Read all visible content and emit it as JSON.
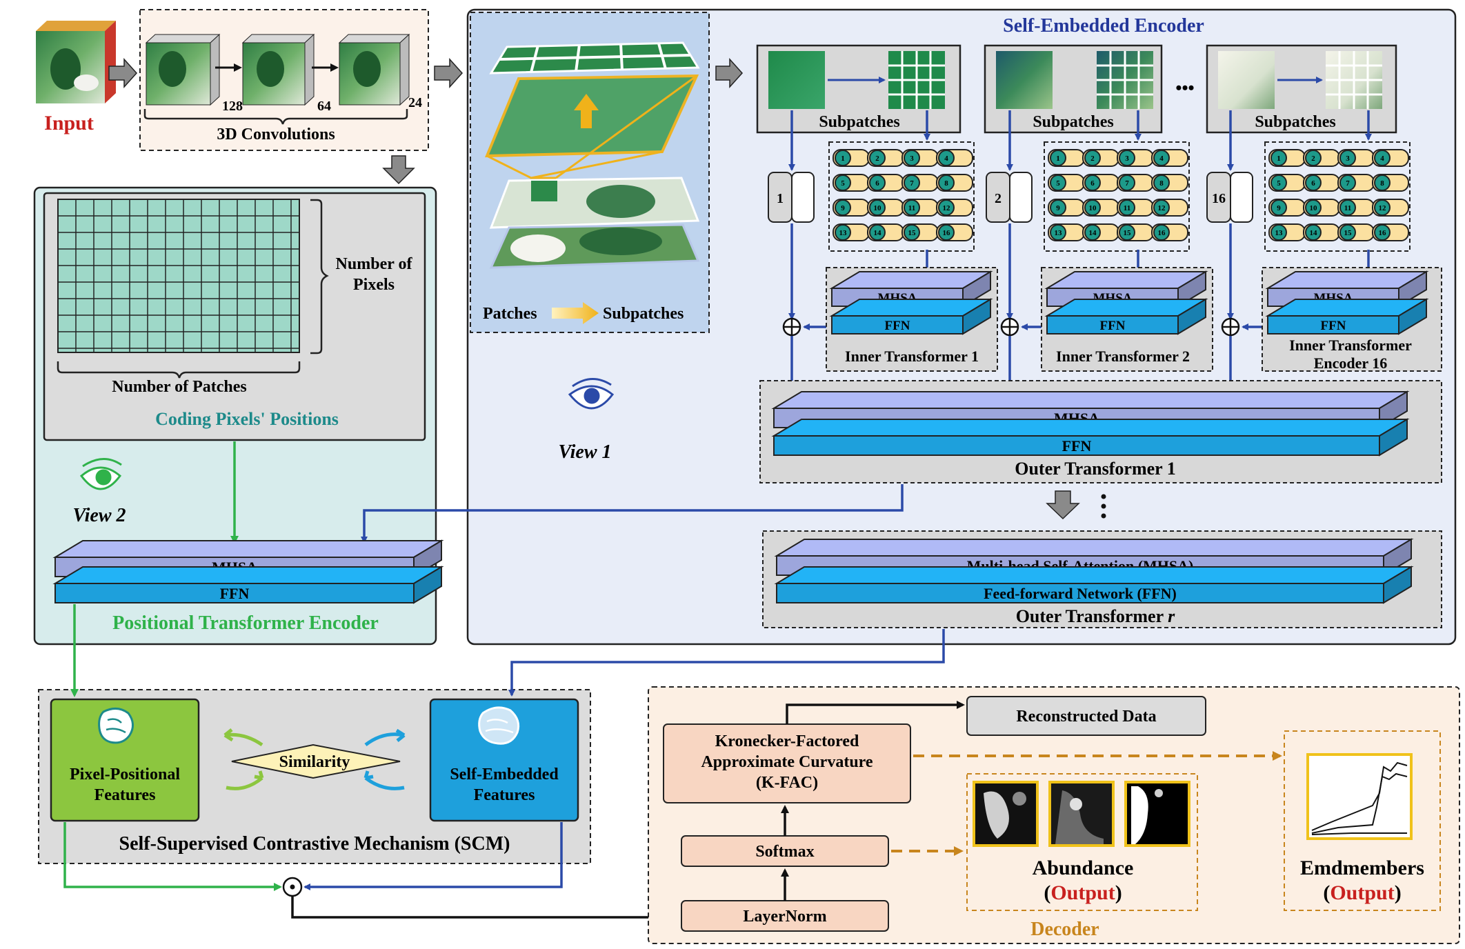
{
  "input": {
    "label": "Input"
  },
  "conv3d": {
    "title": "3D Convolutions",
    "channels": [
      "128",
      "64",
      "24"
    ]
  },
  "patches": {
    "left_label": "Patches",
    "right_label": "Subpatches"
  },
  "encoder": {
    "title": "Self-Embedded Encoder",
    "subpatch_label": "Subpatches",
    "ellipsis": "•••",
    "cls_tokens": [
      "1",
      "2",
      "16"
    ],
    "token_numbers": [
      "1",
      "2",
      "3",
      "4",
      "5",
      "6",
      "7",
      "8",
      "9",
      "10",
      "11",
      "12",
      "13",
      "14",
      "15",
      "16"
    ],
    "inner_blocks": [
      {
        "mhsa": "MHSA",
        "ffn": "FFN",
        "label": "Inner Transformer  1",
        "label2": ""
      },
      {
        "mhsa": "MHSA",
        "ffn": "FFN",
        "label": "Inner Transformer 2",
        "label2": ""
      },
      {
        "mhsa": "MHSA",
        "ffn": "FFN",
        "label": "Inner Transformer",
        "label2": "Encoder 16"
      }
    ],
    "outer1": {
      "mhsa": "MHSA",
      "ffn": "FFN",
      "label": "Outer Transformer 1"
    },
    "outer_r": {
      "mhsa": "Multi-head Self-Attention (MHSA)",
      "ffn": "Feed-forward Network (FFN)",
      "label_prefix": "Outer Transformer ",
      "label_var": "r"
    },
    "view": "View 1"
  },
  "positional": {
    "axis_y": "Number of",
    "axis_y2": "Pixels",
    "axis_x": "Number of Patches",
    "coding": "Coding Pixels' Positions",
    "view": "View 2",
    "mhsa": "MHSA",
    "ffn": "FFN",
    "title": "Positional Transformer Encoder"
  },
  "scm": {
    "pixel_features": "Pixel-Positional",
    "pixel_features2": "Features",
    "self_features": "Self-Embedded",
    "self_features2": "Features",
    "similarity": "Similarity",
    "title": "Self-Supervised Contrastive Mechanism (SCM)"
  },
  "decoder": {
    "kfac1": "Kronecker-Factored",
    "kfac2": "Approximate Curvature",
    "kfac3": "(K-FAC)",
    "reconstructed": "Reconstructed Data",
    "softmax": "Softmax",
    "layernorm": "LayerNorm",
    "abundance": "Abundance",
    "endmembers": "Emdmembers",
    "output": "Output",
    "title": "Decoder"
  },
  "colors": {
    "mhsa": "#9da6dc",
    "ffn": "#1ea0dc",
    "green": "#2fb24a",
    "blue_arrow": "#2b4aa8",
    "orange": "#c8851d",
    "teal": "#1d8a8a",
    "red": "#c8201e",
    "navy_title": "#23379a"
  }
}
